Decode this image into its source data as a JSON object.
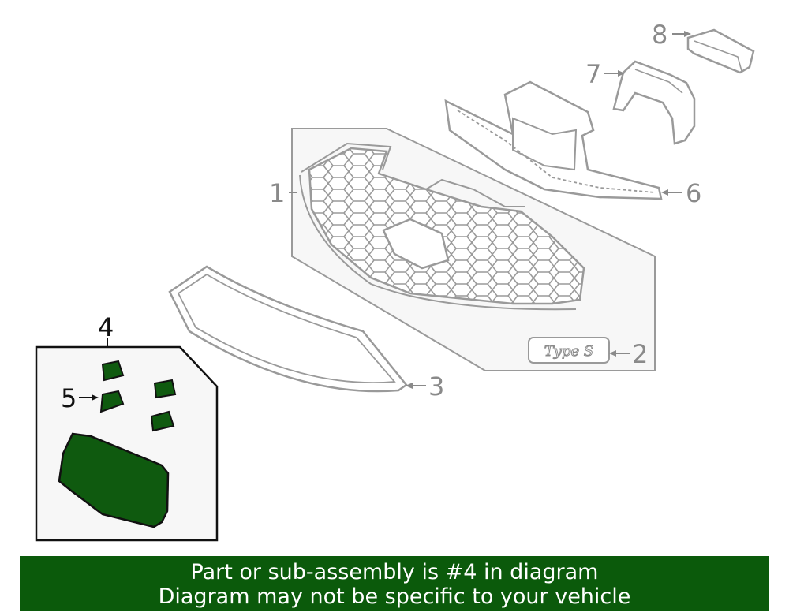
{
  "callouts": {
    "c1": "1",
    "c2": "2",
    "c3": "3",
    "c4": "4",
    "c5": "5",
    "c6": "6",
    "c7": "7",
    "c8": "8"
  },
  "emblem_text": "Type S",
  "banner": {
    "line1": "Part or sub-assembly is #4 in diagram",
    "line2": "Diagram may not be specific to your vehicle"
  },
  "colors": {
    "highlight_part": "#0f5a0f",
    "banner_bg": "#0b5a0b",
    "banner_text": "#ffffff",
    "outline": "#9a9a9a",
    "panel_fill": "#f7f7f7"
  },
  "icons": {
    "main_part": "grille-garnish-icon",
    "clip_parts": "clip-icon"
  }
}
